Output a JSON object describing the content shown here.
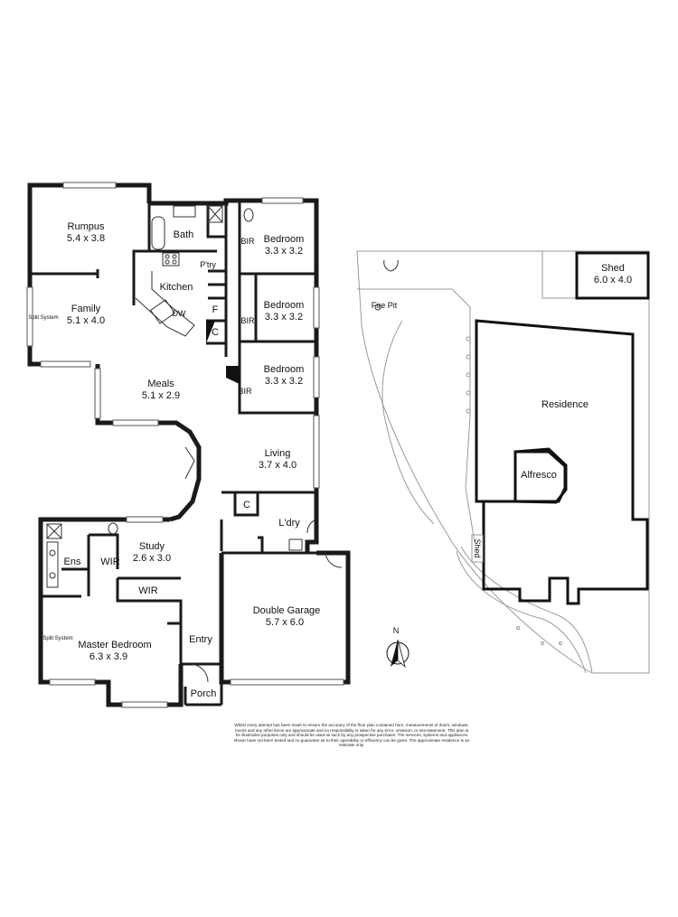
{
  "rooms": {
    "rumpus": {
      "name": "Rumpus",
      "size": "5.4 x 3.8"
    },
    "family": {
      "name": "Family",
      "size": "5.1 x 4.0"
    },
    "split_system_1": "Split System",
    "bath": "Bath",
    "pantry": "P'try",
    "kitchen": "Kitchen",
    "dw": "DW",
    "fridge": "F",
    "cupboard_kitchen": "C",
    "bedroom_1": {
      "name": "Bedroom",
      "size": "3.3 x 3.2"
    },
    "bedroom_2": {
      "name": "Bedroom",
      "size": "3.3 x 3.2"
    },
    "bedroom_3": {
      "name": "Bedroom",
      "size": "3.3 x 3.2"
    },
    "bir": "BIR",
    "meals": {
      "name": "Meals",
      "size": "5.1 x 2.9"
    },
    "living": {
      "name": "Living",
      "size": "3.7 x 4.0"
    },
    "cupboard_laundry": "C",
    "laundry": "L'dry",
    "study": {
      "name": "Study",
      "size": "2.6 x 3.0"
    },
    "ens": "Ens",
    "wir": "WIR",
    "master_bedroom": {
      "name": "Master Bedroom",
      "size": "6.3 x 3.9"
    },
    "split_system_2": "Split System",
    "entry": "Entry",
    "porch": "Porch",
    "double_garage": {
      "name": "Double Garage",
      "size": "5.7 x 6.0"
    }
  },
  "site": {
    "shed_main": {
      "name": "Shed",
      "size": "6.0 x 4.0"
    },
    "fire_pit": "Fire Pit",
    "residence": "Residence",
    "alfresco": "Alfresco",
    "shed_side": "Shed",
    "north": "N"
  },
  "disclaimer": "Whilst every attempt has been made to ensure the accuracy of the floor plan contained here, measurements of doors, windows, rooms and any other items are approximate and no responsibility is taken for any error, omission, or mis-statement. This plan is for illustrative purposes only and should be used as such by any prospective purchaser. The services, systems and appliances shown have not been tested and no guarantee as to their operability or efficiency can be given. The approximate residence is an estimate only."
}
